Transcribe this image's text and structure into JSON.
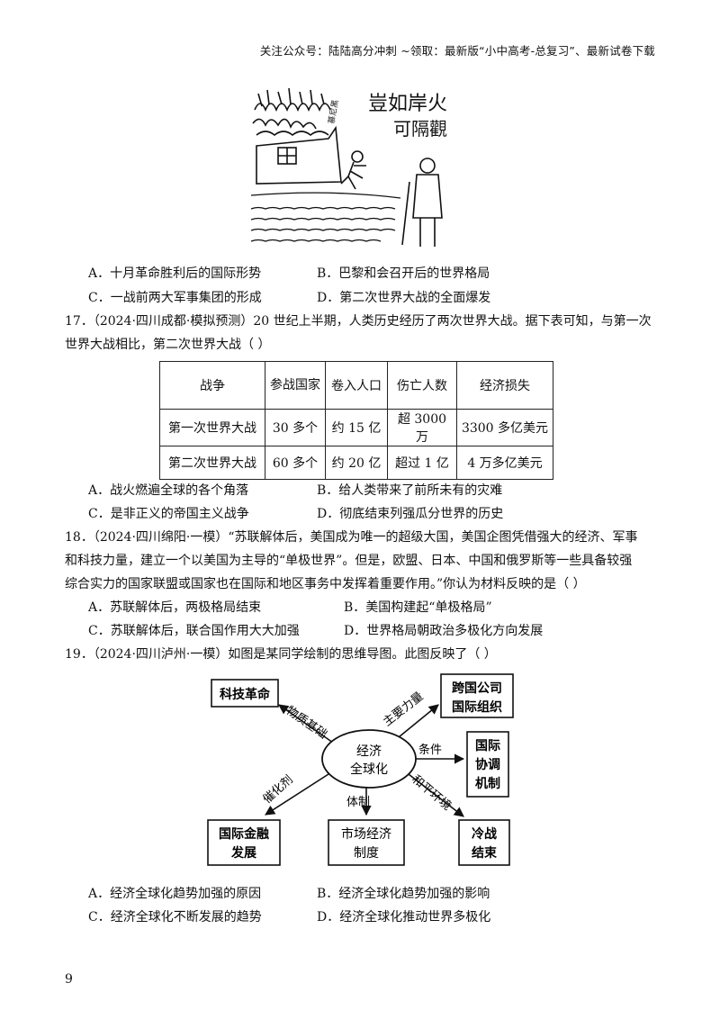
{
  "header": {
    "text": "关注公众号：陆陆高分冲刺 ~领取：最新版“小中高考-总复习”、最新试卷下载"
  },
  "cartoon": {
    "caption_line1": "豈如岸火",
    "caption_line2": "可隔觀",
    "side_label": "慕尼黑"
  },
  "q16": {
    "options": [
      "A．十月革命胜利后的国际形势",
      "B．巴黎和会召开后的世界格局",
      "C．一战前两大军事集团的形成",
      "D．第二次世界大战的全面爆发"
    ]
  },
  "q17": {
    "line1": "17．（2024·四川成都·模拟预测）20 世纪上半期，人类历史经历了两次世界大战。据下表可知，与第一次",
    "line2": "世界大战相比，第二次世界大战（    ）",
    "table": {
      "headers": [
        "战争",
        "参战国家",
        "卷入人口",
        "伤亡人数",
        "经济损失"
      ],
      "rows": [
        [
          "第一次世界大战",
          "30 多个",
          "约 15 亿",
          "超 3000 万",
          "3300 多亿美元"
        ],
        [
          "第二次世界大战",
          "60 多个",
          "约 20 亿",
          "超过 1 亿",
          "4 万多亿美元"
        ]
      ]
    },
    "options": [
      "A．战火燃遍全球的各个角落",
      "B．给人类带来了前所未有的灾难",
      "C．是非正义的帝国主义战争",
      "D．彻底结束列强瓜分世界的历史"
    ]
  },
  "q18": {
    "line1": "18．（2024·四川绵阳·一模）“苏联解体后，美国成为唯一的超级大国，美国企图凭借强大的经济、军事",
    "line2": "和科技力量，建立一个以美国为主导的“单极世界”。但是，欧盟、日本、中国和俄罗斯等一些具备较强",
    "line3": "综合实力的国家联盟或国家也在国际和地区事务中发挥着重要作用。”你认为材料反映的是（    ）",
    "options": [
      "A．苏联解体后，两极格局结束",
      "B．美国构建起“单极格局”",
      "C．苏联解体后，联合国作用大大加强",
      "D．世界格局朝政治多极化方向发展"
    ]
  },
  "q19": {
    "line1": "19．（2024·四川泸州·一模）如图是某同学绘制的思维导图。此图反映了（    ）",
    "mindmap": {
      "center": [
        "经济",
        "全球化"
      ],
      "nodes": {
        "tech": "科技革命",
        "multinational": [
          "跨国公司",
          "国际组织"
        ],
        "coord": [
          "国际",
          "协调",
          "机制"
        ],
        "finance": [
          "国际金融",
          "发展"
        ],
        "market": [
          "市场经济",
          "制度"
        ],
        "coldwar": [
          "冷战",
          "结束"
        ]
      },
      "edges": {
        "tech": "物质基础",
        "multinational": "主要力量",
        "coord": "条件",
        "finance": "催化剂",
        "market": "体制",
        "coldwar": "和平环境"
      }
    },
    "options": [
      "A．经济全球化趋势加强的原因",
      "B．经济全球化趋势加强的影响",
      "C．经济全球化不断发展的趋势",
      "D．经济全球化推动世界多极化"
    ]
  },
  "page_number": "9"
}
